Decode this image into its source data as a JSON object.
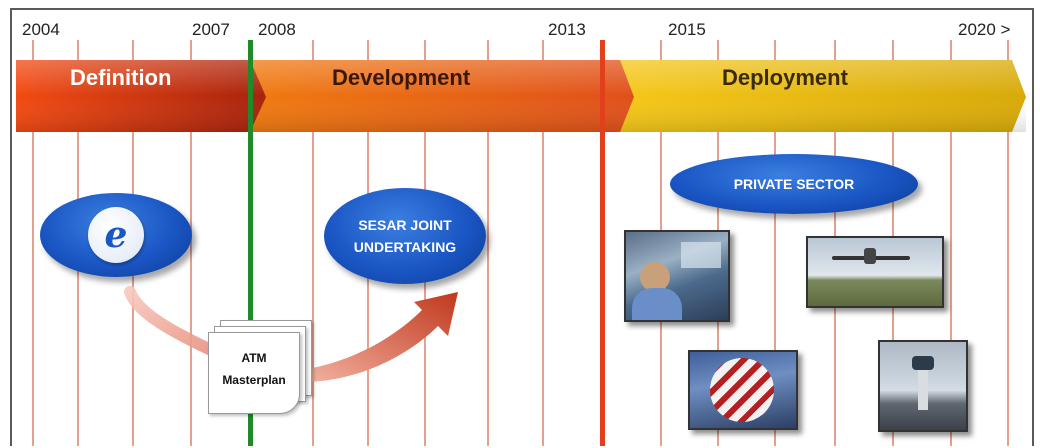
{
  "years": [
    "2004",
    "2007",
    "2008",
    "2013",
    "2015",
    "2020 >"
  ],
  "phases": {
    "definition": "Definition",
    "development": "Development",
    "deployment": "Deployment"
  },
  "entities": {
    "joint_undertaking_line1": "SESAR JOINT",
    "joint_undertaking_line2": "UNDERTAKING",
    "private_sector": "PRIVATE SECTOR",
    "masterplan_line1": "ATM",
    "masterplan_line2": "Masterplan"
  },
  "logo": {
    "letter": "e"
  },
  "icons": [
    "eurocontrol-logo-icon",
    "curved-arrow-icon"
  ],
  "photos": [
    "air-traffic-controller-photo",
    "aircraft-landing-photo",
    "radar-antenna-photo",
    "control-tower-photo"
  ],
  "colors": {
    "definition": "#e03a10",
    "development": "#ee6a10",
    "deployment": "#f0b20c",
    "milestone_green": "#1f8a2a",
    "milestone_red": "#e2401c",
    "ellipse_blue": "#1a56c4",
    "gridline": "#e3a08e"
  }
}
